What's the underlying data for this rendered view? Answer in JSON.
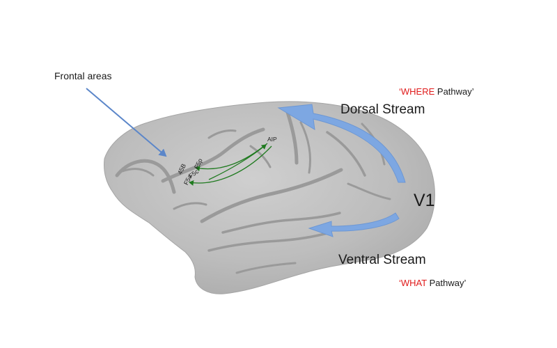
{
  "labels": {
    "frontal_areas": "Frontal areas",
    "where_pre": "‘",
    "where_red": "WHERE",
    "where_post": " Pathway’",
    "dorsal_stream": "Dorsal Stream",
    "v1": "V1",
    "ventral_stream": "Ventral Stream",
    "what_pre": "‘",
    "what_red": "WHAT",
    "what_post": " Pathway’",
    "aip": "AIP",
    "area_45b": "45B",
    "area_f5a": "F5a",
    "area_f5p": "F5p",
    "area_f5c": "F5c"
  },
  "colors": {
    "brain_fill": "#bdbdbd",
    "sulcus": "#9a9a9a",
    "stream_arrow": "#7da7e2",
    "frontal_arrow": "#5b86c9",
    "connection_arrow": "#1f7a1f",
    "pathway_highlight": "#e01b1b"
  }
}
